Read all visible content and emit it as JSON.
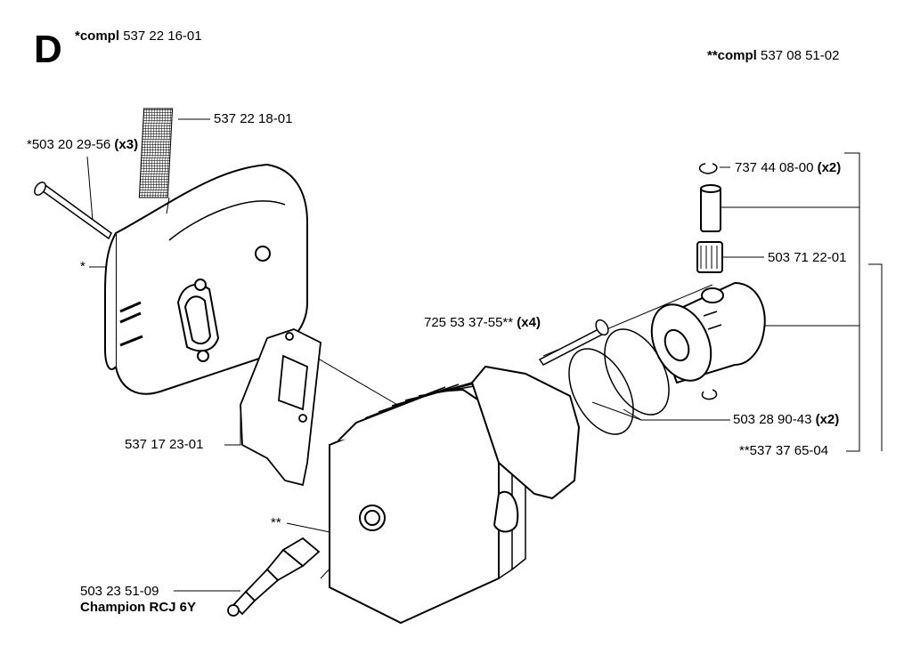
{
  "section_letter": "D",
  "header": {
    "left": {
      "prefix": "*compl",
      "number": "537 22 16-01"
    },
    "right": {
      "prefix": "**compl",
      "number": "537 08 51-02"
    }
  },
  "callouts": {
    "gasket_screen": "537 22 18-01",
    "muffler_screw": {
      "text": "*503 20 29-56",
      "qty": "(x3)"
    },
    "muffler_marker": "*",
    "circlip": {
      "text": "737 44 08-00",
      "qty": "(x2)"
    },
    "needle_bearing": "503 71 22-01",
    "cylinder_screw": {
      "text": "725 53 37-55**",
      "qty": "(x4)"
    },
    "piston_rings": {
      "text": "503 28 90-43",
      "qty": "(x2)"
    },
    "piston_assembly": "**537 37 65-04",
    "muffler_gasket": "537 17 23-01",
    "cylinder_marker": "**",
    "spark_plug_number": "503 23 51-09",
    "spark_plug_name": "Champion RCJ 6Y"
  }
}
